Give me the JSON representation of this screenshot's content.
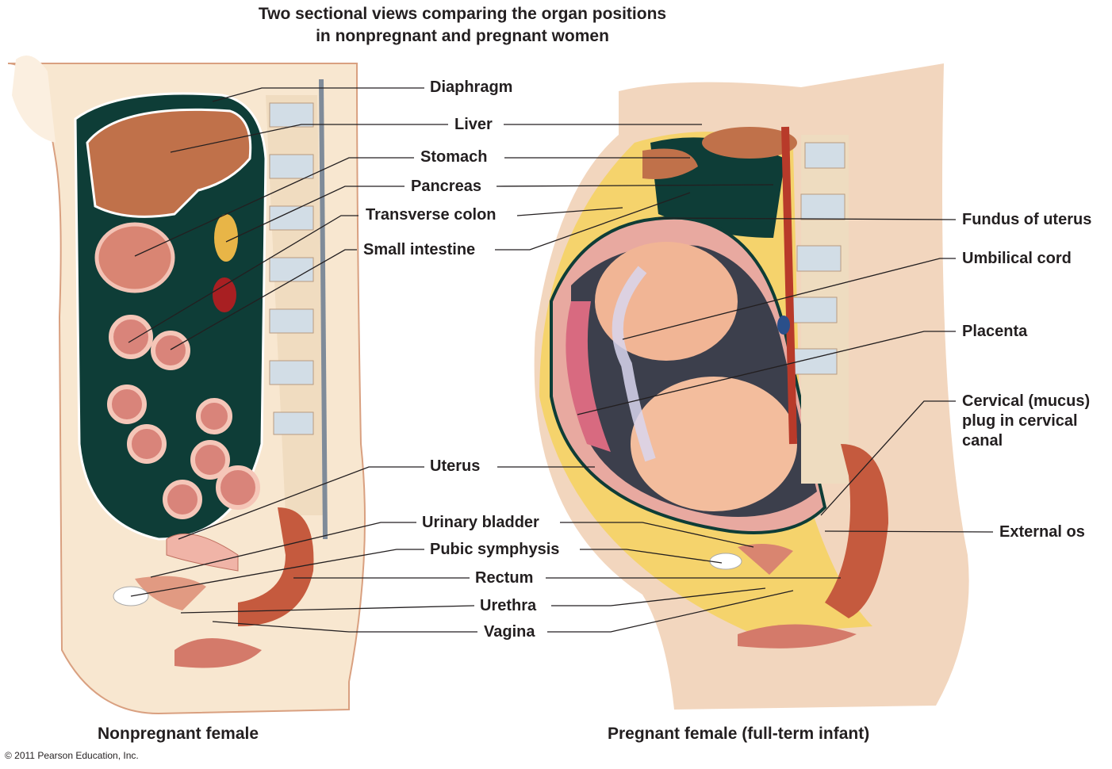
{
  "title": {
    "line1": "Two sectional views comparing the organ positions",
    "line2": "in nonpregnant and pregnant women"
  },
  "center_labels": [
    "Diaphragm",
    "Liver",
    "Stomach",
    "Pancreas",
    "Transverse colon",
    "Small intestine",
    "Uterus",
    "Urinary bladder",
    "Pubic symphysis",
    "Rectum",
    "Urethra",
    "Vagina"
  ],
  "right_labels": {
    "fundus": "Fundus of uterus",
    "umbilical": "Umbilical cord",
    "placenta": "Placenta",
    "cervical_1": "Cervical (mucus)",
    "cervical_2": "plug in cervical",
    "cervical_3": "canal",
    "external_os": "External os"
  },
  "captions": {
    "left": "Nonpregnant female",
    "right": "Pregnant female (full-term infant)"
  },
  "copyright": "© 2011 Pearson Education, Inc."
}
